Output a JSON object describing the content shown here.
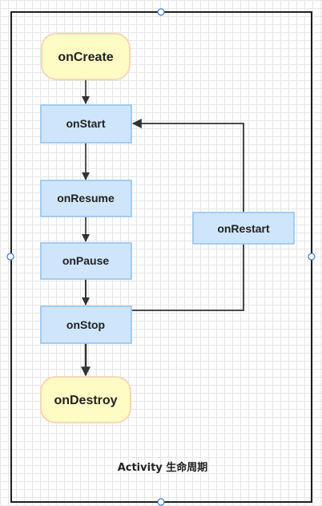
{
  "diagram": {
    "nodes": {
      "on_create": "onCreate",
      "on_start": "onStart",
      "on_resume": "onResume",
      "on_pause": "onPause",
      "on_stop": "onStop",
      "on_destroy": "onDestroy",
      "on_restart": "onRestart"
    },
    "caption": "Activity 生命周期"
  },
  "colors": {
    "terminal_fill": "#fffbc5",
    "terminal_stroke": "#f8d6b8",
    "state_fill": "#cfe5fb",
    "state_stroke": "#9cc8f0",
    "frame_stroke": "#1f1f1f",
    "edge_stroke": "#333333",
    "handle_fill": "#ffffff",
    "handle_stroke": "#3a7bd5"
  }
}
